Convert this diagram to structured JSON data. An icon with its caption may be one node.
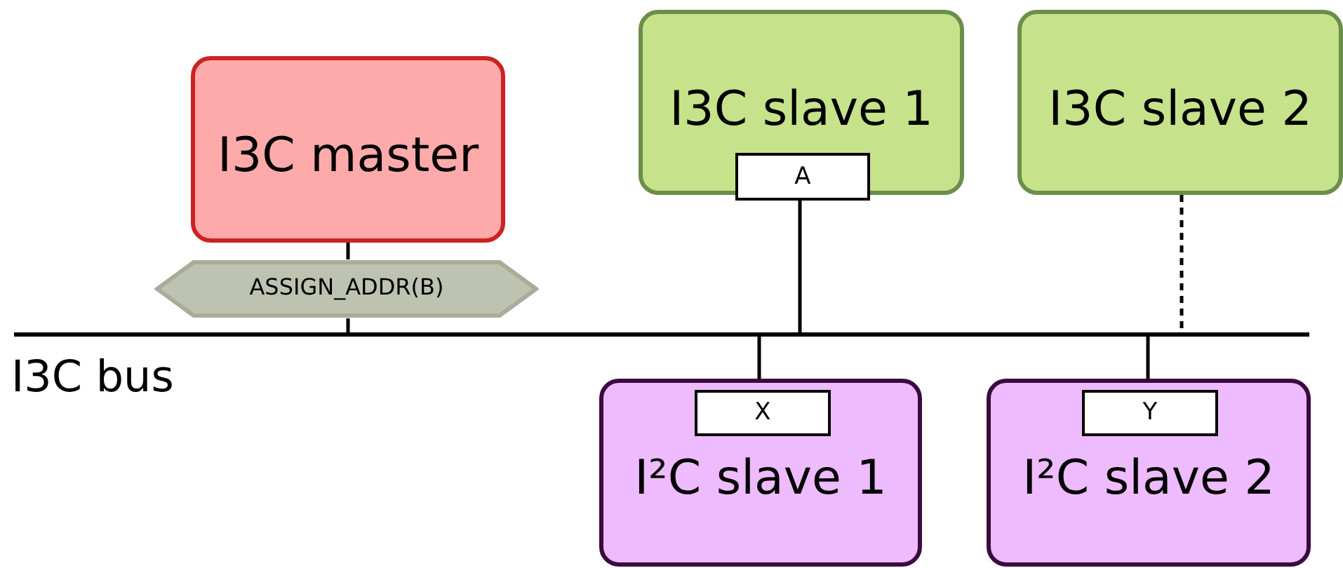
{
  "diagram": {
    "nodes": [
      {
        "text": [
          "I3C master"
        ]
      },
      {
        "text": [
          "ASSIGN_ADDR(B)"
        ]
      },
      {
        "text": [
          "I3C slave 1"
        ]
      },
      {
        "text": [
          "A"
        ],
        "in": 2
      },
      {
        "text": [
          "I3C slave 2"
        ]
      },
      {
        "text": [],
        "shape": "bar",
        "beside": [
          "I3C bus"
        ]
      },
      {
        "text": [
          "I²C slave 1"
        ]
      },
      {
        "text": [
          "X"
        ],
        "in": 6
      },
      {
        "text": [
          "I²C slave 2"
        ]
      },
      {
        "text": [
          "Y"
        ],
        "in": 8
      }
    ],
    "edges": [
      {
        "from": 0,
        "to": 1,
        "arrow": "none"
      },
      {
        "from": 1,
        "to": 5,
        "arrow": "none"
      },
      {
        "from": 3,
        "to": 5,
        "arrow": "none"
      },
      {
        "from": 4,
        "to": 5,
        "arrow": "none",
        "style": "dashed"
      },
      {
        "from": 7,
        "to": 5,
        "arrow": "none"
      },
      {
        "from": 9,
        "to": 5,
        "arrow": "none"
      }
    ]
  }
}
